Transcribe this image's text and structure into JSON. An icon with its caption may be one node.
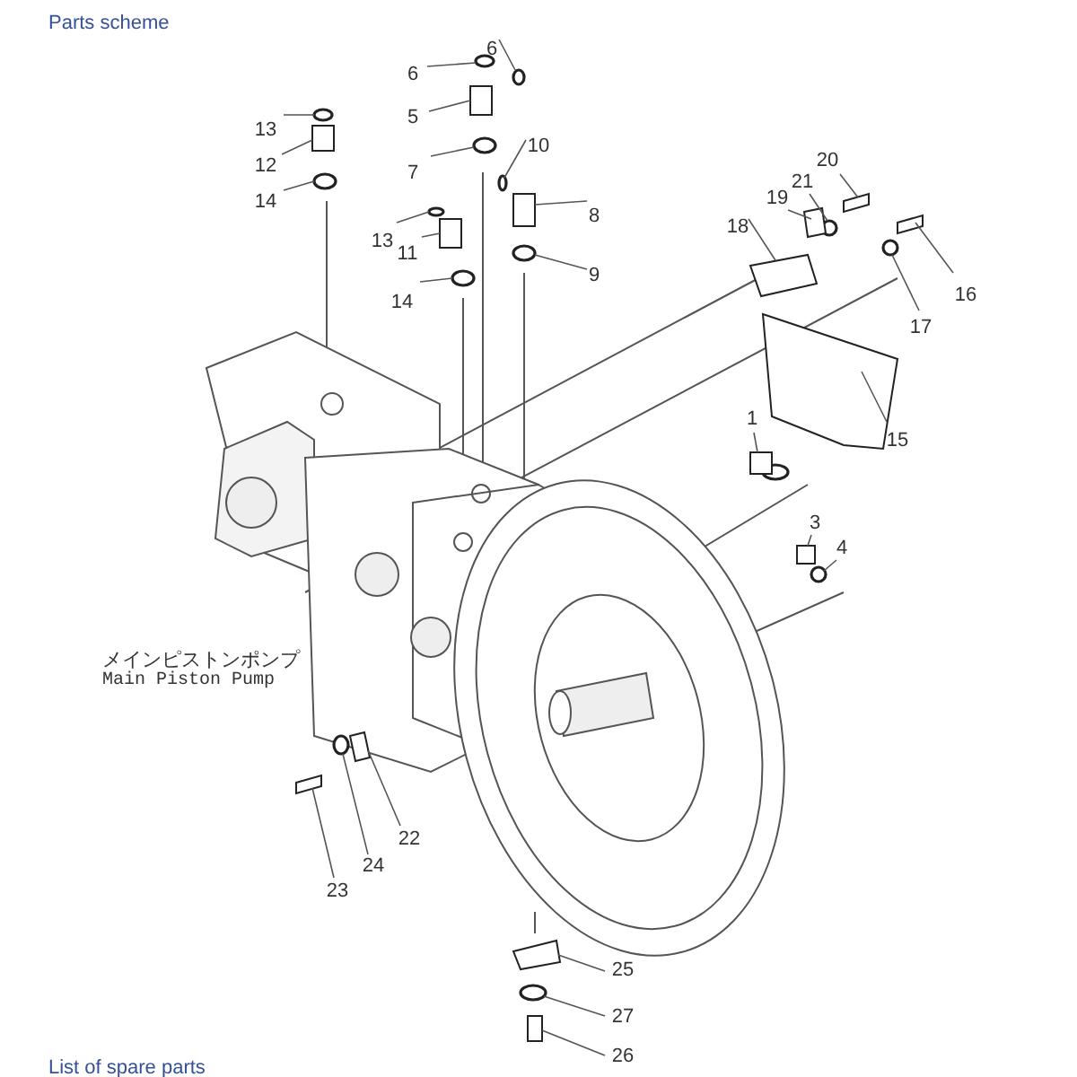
{
  "diagram": {
    "title": "Parts scheme",
    "nodes": [
      {
        "text": [
          "6"
        ]
      },
      {
        "text": [
          "6"
        ]
      },
      {
        "text": [
          "5"
        ]
      },
      {
        "text": [
          "13"
        ]
      },
      {
        "text": [
          "7"
        ]
      },
      {
        "text": [
          "10"
        ]
      },
      {
        "text": [
          "12"
        ]
      },
      {
        "text": [
          "14"
        ]
      },
      {
        "text": [
          "8"
        ]
      },
      {
        "text": [
          "20"
        ]
      },
      {
        "text": [
          "21"
        ]
      },
      {
        "text": [
          "19"
        ]
      },
      {
        "text": [
          "13"
        ]
      },
      {
        "text": [
          "11"
        ]
      },
      {
        "text": [
          "18"
        ]
      },
      {
        "text": [
          "9"
        ]
      },
      {
        "text": [
          "14"
        ]
      },
      {
        "text": [
          "16"
        ]
      },
      {
        "text": [
          "17"
        ]
      },
      {
        "text": [
          "1"
        ]
      },
      {
        "text": [
          "15"
        ]
      },
      {
        "text": [
          "3"
        ]
      },
      {
        "text": [
          "4"
        ]
      },
      {
        "text": [
          "22"
        ]
      },
      {
        "text": [
          "24"
        ]
      },
      {
        "text": [
          "23"
        ]
      },
      {
        "text": [
          "25"
        ]
      },
      {
        "text": [
          "27"
        ]
      },
      {
        "text": [
          "26"
        ]
      },
      {
        "text": [],
        "shape": "circle"
      },
      {
        "text": [],
        "shape": "circle"
      },
      {
        "text": [],
        "shape": "box"
      },
      {
        "text": [],
        "shape": "circle"
      },
      {
        "text": [],
        "shape": "circle"
      },
      {
        "text": [],
        "shape": "circle"
      },
      {
        "text": [],
        "shape": "box"
      },
      {
        "text": [],
        "shape": "circle"
      },
      {
        "text": [],
        "shape": "box"
      },
      {
        "text": [],
        "shape": "bar"
      },
      {
        "text": [],
        "shape": "circle"
      },
      {
        "text": [],
        "shape": "box"
      },
      {
        "text": [],
        "shape": "circle"
      },
      {
        "text": [],
        "shape": "box"
      },
      {
        "text": [],
        "shape": "picture"
      },
      {
        "text": [],
        "shape": "circle"
      },
      {
        "text": [],
        "shape": "circle"
      },
      {
        "text": [],
        "shape": "bar"
      },
      {
        "text": [],
        "shape": "circle"
      },
      {
        "text": [],
        "shape": "box"
      },
      {
        "text": [],
        "shape": "picture"
      },
      {
        "text": [],
        "shape": "box"
      },
      {
        "text": [],
        "shape": "circle"
      },
      {
        "text": [],
        "shape": "picture"
      },
      {
        "text": [],
        "shape": "circle"
      },
      {
        "text": [],
        "shape": "bar"
      },
      {
        "text": [],
        "shape": "picture"
      },
      {
        "text": [],
        "shape": "circle"
      },
      {
        "text": [],
        "shape": "box"
      }
    ],
    "edges": [
      {
        "from": 0,
        "to": 29,
        "arrow": "none"
      },
      {
        "from": 1,
        "to": 30,
        "arrow": "none"
      },
      {
        "from": 2,
        "to": 31,
        "arrow": "none"
      },
      {
        "from": 3,
        "to": 32,
        "arrow": "none"
      },
      {
        "from": 4,
        "to": 33,
        "arrow": "none"
      },
      {
        "from": 5,
        "to": 34,
        "arrow": "none"
      },
      {
        "from": 6,
        "to": 35,
        "arrow": "none"
      },
      {
        "from": 7,
        "to": 36,
        "arrow": "none"
      },
      {
        "from": 8,
        "to": 37,
        "arrow": "none"
      },
      {
        "from": 9,
        "to": 38,
        "arrow": "none"
      },
      {
        "from": 10,
        "to": 39,
        "arrow": "none"
      },
      {
        "from": 11,
        "to": 40,
        "arrow": "none"
      },
      {
        "from": 12,
        "to": 41,
        "arrow": "none"
      },
      {
        "from": 13,
        "to": 42,
        "arrow": "none"
      },
      {
        "from": 14,
        "to": 43,
        "arrow": "none"
      },
      {
        "from": 15,
        "to": 44,
        "arrow": "none"
      },
      {
        "from": 16,
        "to": 45,
        "arrow": "none"
      },
      {
        "from": 17,
        "to": 46,
        "arrow": "none"
      },
      {
        "from": 18,
        "to": 47,
        "arrow": "none"
      },
      {
        "from": 19,
        "to": 48,
        "arrow": "none"
      },
      {
        "from": 20,
        "to": 49,
        "arrow": "none"
      },
      {
        "from": 21,
        "to": 50,
        "arrow": "none"
      },
      {
        "from": 22,
        "to": 51,
        "arrow": "none"
      },
      {
        "from": 23,
        "to": 52,
        "arrow": "none"
      },
      {
        "from": 24,
        "to": 53,
        "arrow": "none"
      },
      {
        "from": 25,
        "to": 54,
        "arrow": "none"
      },
      {
        "from": 26,
        "to": 55,
        "arrow": "none"
      },
      {
        "from": 27,
        "to": 56,
        "arrow": "none"
      },
      {
        "from": 28,
        "to": 57,
        "arrow": "none"
      }
    ],
    "labels": [
      "メインピストンポンプ",
      "Main Piston Pump",
      "List of spare parts"
    ]
  }
}
